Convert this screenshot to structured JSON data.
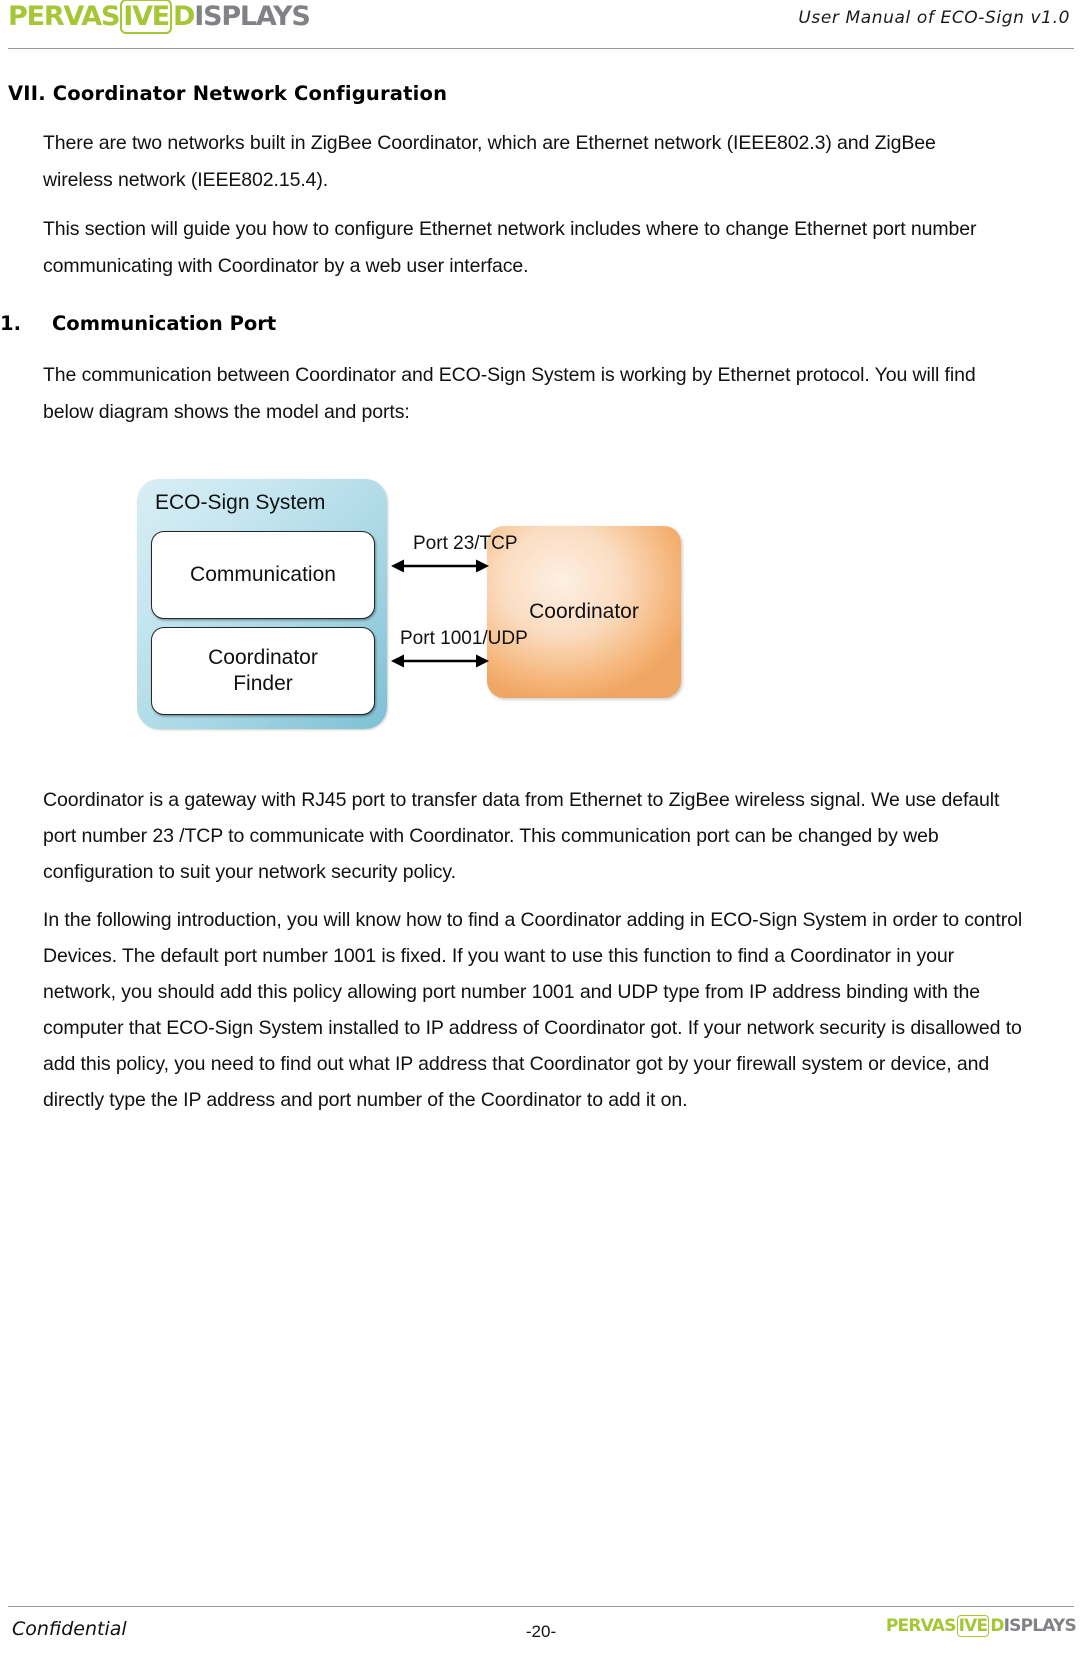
{
  "header": {
    "logo": {
      "part1": "PERVAS",
      "part2_boxed": "IVE",
      "part3": "D",
      "part4": "ISPLAYS",
      "green": "#a6c636",
      "gray": "#808285"
    },
    "title": "User Manual of ECO-Sign v1.0"
  },
  "content": {
    "section_title": "VII. Coordinator Network Configuration",
    "paragraph_1": "There are two networks built in ZigBee Coordinator, which are Ethernet network (IEEE802.3) and ZigBee wireless network (IEEE802.15.4).",
    "paragraph_2": "This section will guide you how to configure Ethernet network includes where to change Ethernet port number communicating with Coordinator by a web user interface.",
    "subsection_number": "1.",
    "subsection_title": "Communication Port",
    "paragraph_3": "The communication between Coordinator and ECO-Sign System is working by Ethernet protocol. You will find below diagram shows the model and ports:",
    "paragraph_4": "Coordinator is a gateway with RJ45 port to transfer data from Ethernet to ZigBee wireless signal. We use default port number 23 /TCP to communicate with Coordinator. This communication port can be changed by web configuration to suit your network security policy.",
    "paragraph_5": "In the following introduction, you will know how to find a Coordinator adding in ECO-Sign System in order to control Devices. The default port number 1001 is fixed. If you want to use this function to find a Coordinator in your network, you should add this policy allowing port number 1001 and UDP type from IP address binding with the computer that ECO-Sign System installed to IP address of Coordinator got. If your network security is disallowed to add this policy, you need to find out what IP address that Coordinator got by your firewall system or device, and directly type the IP address and port number of the Coordinator to add it on."
  },
  "diagram": {
    "system_box_label": "ECO-Sign System",
    "system_box_color": "#a8d7e4",
    "inner_box_1": "Communication",
    "inner_box_2": "Coordinator\nFinder",
    "inner_box_2_line1": "Coordinator",
    "inner_box_2_line2": "Finder",
    "coordinator_box_label": "Coordinator",
    "coordinator_box_color": "#f5b478",
    "connection_1_label": "Port 23/TCP",
    "connection_2_label": "Port 1001/UDP"
  },
  "footer": {
    "left": "Confidential",
    "page_number": "-20-",
    "logo": {
      "part1": "PERVAS",
      "part2_boxed": "IVE",
      "part3": "D",
      "part4": "ISPLAYS"
    }
  }
}
